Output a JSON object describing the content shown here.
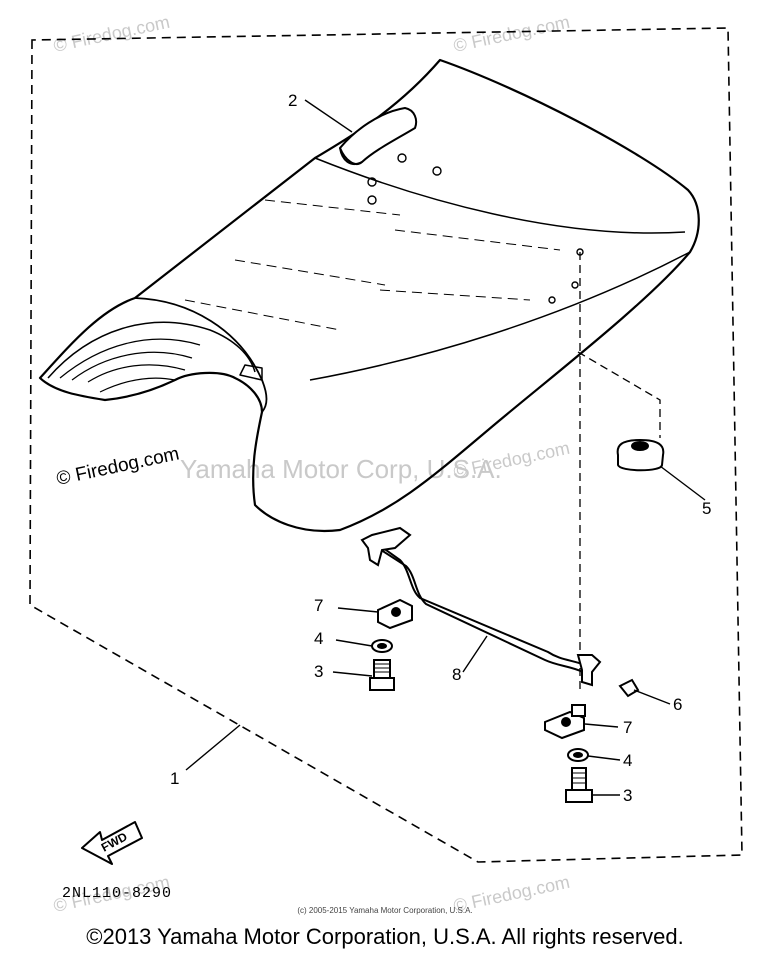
{
  "watermarks": {
    "firedog_top_left": "© Firedog.com",
    "firedog_top_right": "© Firedog.com",
    "firedog_mid_left": "© Firedog.com",
    "firedog_mid_right": "© Firedog.com",
    "firedog_bottom_left": "© Firedog.com",
    "firedog_bottom_right": "© Firedog.com",
    "yamaha_center": "Yamaha Motor Corp, U.S.A."
  },
  "callouts": {
    "c1": "1",
    "c2": "2",
    "c3a": "3",
    "c3b": "3",
    "c4a": "4",
    "c4b": "4",
    "c5": "5",
    "c6": "6",
    "c7a": "7",
    "c7b": "7",
    "c8": "8"
  },
  "fwd_label": "FWD",
  "diagram_code": "2NL110-8290",
  "small_copyright": "(c) 2005-2015 Yamaha Motor Corporation, U.S.A.",
  "copyright": "©2013 Yamaha Motor Corporation, U.S.A. All rights reserved."
}
